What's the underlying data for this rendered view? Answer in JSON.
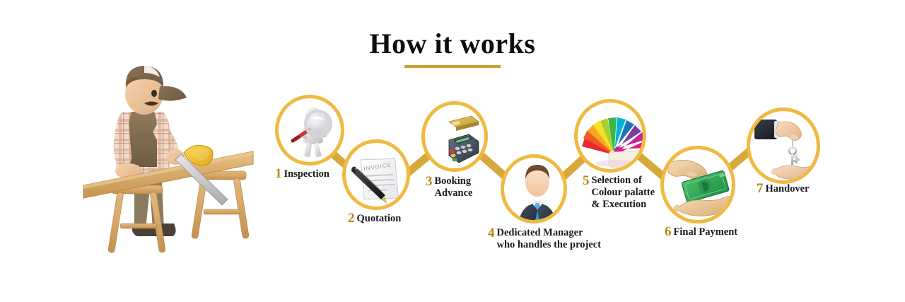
{
  "page": {
    "title": "How it works",
    "background_color": "#ffffff",
    "accent_gold": "#f0b93f",
    "connector_gold": "#d6a93b",
    "underline_gold": "#c9a22e",
    "number_color": "#b8860b",
    "label_color": "#1a1a1a"
  },
  "illustration": {
    "name": "carpenter-sawing-plank",
    "description": "3D cartoon carpenter wearing a cap and plaid shirt sawing a wooden plank supported on two sawhorses"
  },
  "steps": [
    {
      "number": "1",
      "label": "Inspection",
      "icon": "magnifying-glass-figure-icon",
      "icon_description": "white 3D figure holding a magnifying glass with a red handle"
    },
    {
      "number": "2",
      "label": "Quotation",
      "icon": "invoice-pen-icon",
      "icon_description": "invoice document with a black fountain pen",
      "icon_text": "INVOICE"
    },
    {
      "number": "3",
      "label": "Booking\nAdvance",
      "icon": "card-payment-terminal-icon",
      "icon_description": "POS card payment terminal with a gold credit card"
    },
    {
      "number": "4",
      "label": "Dedicated Manager\nwho handles the project",
      "icon": "businessman-avatar-icon",
      "icon_description": "businessman in a dark suit with a blue tie"
    },
    {
      "number": "5",
      "label": "Selection of\nColour palatte\n& Execution",
      "icon": "colour-palette-fan-icon",
      "icon_description": "rainbow colour swatch fan deck"
    },
    {
      "number": "6",
      "label": "Final Payment",
      "icon": "cash-handover-icon",
      "icon_description": "two hands exchanging a green banknote"
    },
    {
      "number": "7",
      "label": "Handover",
      "icon": "keys-handover-icon",
      "icon_description": "hand in a dark suit sleeve handing keys to an open palm"
    }
  ]
}
